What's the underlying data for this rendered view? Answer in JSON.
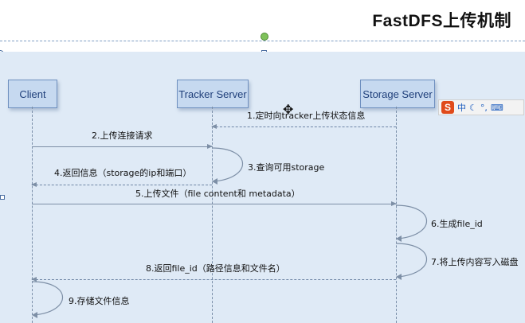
{
  "title": "FastDFS上传机制",
  "actors": {
    "client": "Client",
    "tracker": "Tracker Server",
    "storage": "Storage Server"
  },
  "messages": [
    {
      "label": "1.定时向tracker上传状态信息"
    },
    {
      "label": "2.上传连接请求"
    },
    {
      "label": "3.查询可用storage"
    },
    {
      "label": "4.返回信息（storage的ip和端口）"
    },
    {
      "label": "5.上传文件（file content和 metadata）"
    },
    {
      "label": "6.生成file_id"
    },
    {
      "label": "7.将上传内容写入磁盘"
    },
    {
      "label": "8.返回file_id（路径信息和文件名）"
    },
    {
      "label": "9.存储文件信息"
    }
  ],
  "ime": {
    "logo": "S",
    "items": [
      "中",
      "☾",
      "°,",
      "⌨"
    ]
  },
  "colors": {
    "canvas": "#dfeaf6",
    "actor_fill": "#c6d9f0",
    "actor_border": "#6e8fbf",
    "actor_text": "#1f3f7a"
  }
}
